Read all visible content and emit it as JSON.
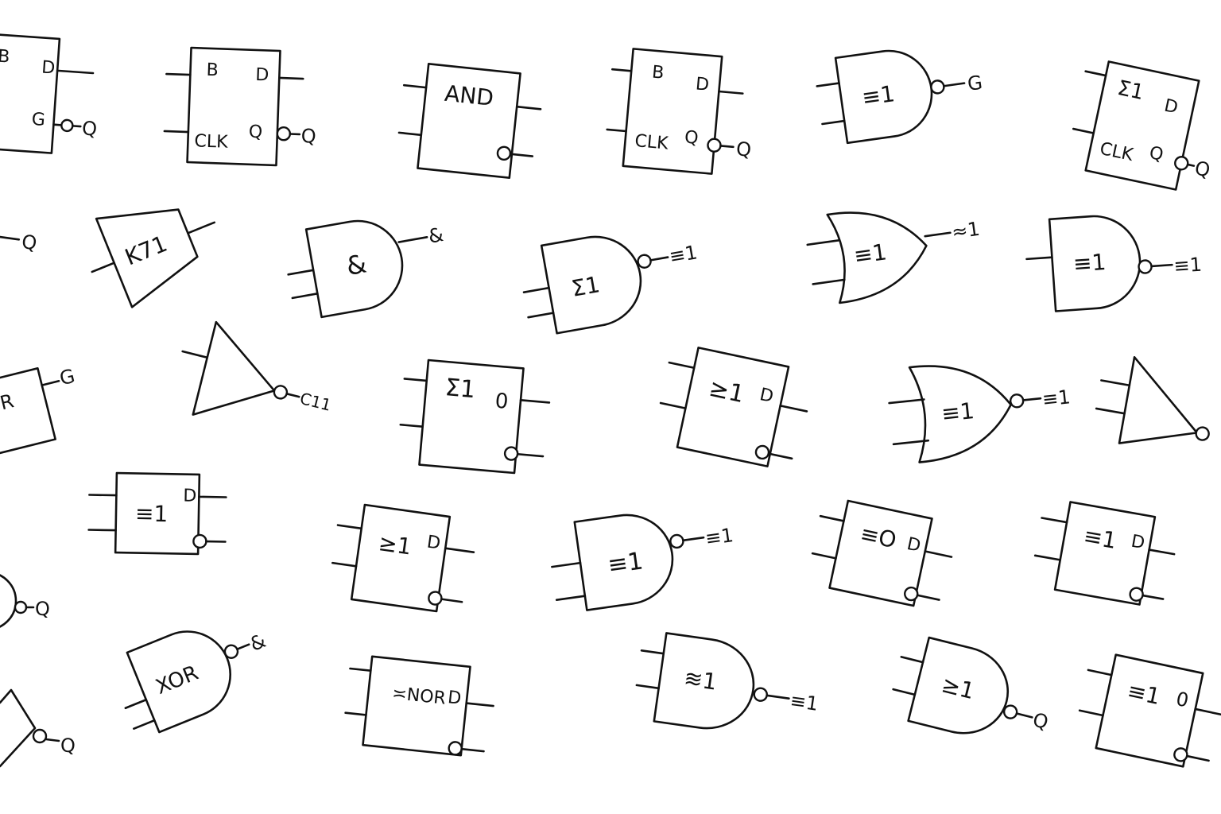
{
  "palette": {
    "ink": "#111111",
    "background": "#ffffff"
  },
  "symbols": [
    {
      "id": "s01",
      "shape": "box",
      "pins": {
        "tl": "B",
        "tr": "D",
        "br": "G"
      },
      "output": "Q",
      "bubble": true
    },
    {
      "id": "s02",
      "shape": "box",
      "pins": {
        "tl": "B",
        "tr": "D",
        "bl": "CLK",
        "br": "Q"
      },
      "output": "Q",
      "bubble": true
    },
    {
      "id": "s03",
      "shape": "box",
      "main": "AND",
      "bubble": true
    },
    {
      "id": "s04",
      "shape": "box",
      "pins": {
        "tl": "B",
        "tr": "D",
        "bl": "CLK",
        "br": "Q"
      },
      "output": "Q",
      "bubble": true
    },
    {
      "id": "s05",
      "shape": "and",
      "main": "≡1",
      "output": "G",
      "bubble": true
    },
    {
      "id": "s06",
      "shape": "box",
      "main": "Σ1",
      "pins": {
        "tr": "D",
        "bl": "CLK",
        "br": "Q"
      },
      "output": "Q",
      "bubble": true
    },
    {
      "id": "s07",
      "shape": "wire",
      "output": "Q"
    },
    {
      "id": "s08",
      "shape": "trap",
      "main": "K71"
    },
    {
      "id": "s09",
      "shape": "and",
      "main": "&",
      "output": "&"
    },
    {
      "id": "s10",
      "shape": "and",
      "main": "Σ1",
      "output": "≡1",
      "bubble": true
    },
    {
      "id": "s11",
      "shape": "or",
      "main": "≡1",
      "output": "≈1"
    },
    {
      "id": "s12",
      "shape": "and",
      "main": "≡1",
      "output": "≡1",
      "bubble": true
    },
    {
      "id": "s13",
      "shape": "box",
      "main": "XOR",
      "output": "G"
    },
    {
      "id": "s14",
      "shape": "tri",
      "output": "C11",
      "bubble": true
    },
    {
      "id": "s15",
      "shape": "box",
      "main": "Σ1",
      "pins": {
        "tr": "0"
      },
      "bubble": true
    },
    {
      "id": "s16",
      "shape": "box",
      "main": "≥1",
      "pins": {
        "tr": "D"
      },
      "bubble": true
    },
    {
      "id": "s17",
      "shape": "or",
      "main": "≡1",
      "output": "≡1",
      "bubble": true
    },
    {
      "id": "s18",
      "shape": "tri",
      "bubble": true
    },
    {
      "id": "s19",
      "shape": "box",
      "main": "≡1",
      "pins": {
        "tr": "D"
      },
      "bubble": true
    },
    {
      "id": "s20",
      "shape": "box",
      "main": "≥1",
      "pins": {
        "tr": "D"
      },
      "bubble": true
    },
    {
      "id": "s21",
      "shape": "and",
      "main": "≡1",
      "output": "≡1",
      "bubble": true
    },
    {
      "id": "s22",
      "shape": "box",
      "main": "≡O",
      "pins": {
        "tr": "D"
      },
      "bubble": true
    },
    {
      "id": "s23",
      "shape": "box",
      "main": "≡1",
      "pins": {
        "tr": "D"
      },
      "bubble": true
    },
    {
      "id": "s24",
      "shape": "and",
      "output": "Q",
      "bubble": true
    },
    {
      "id": "s25",
      "shape": "and",
      "main": "XOR",
      "output": "&",
      "bubble": true
    },
    {
      "id": "s26",
      "shape": "box",
      "main": "≍NOR",
      "pins": {
        "tr": "D"
      },
      "bubble": true
    },
    {
      "id": "s27",
      "shape": "and",
      "main": "≋1",
      "output": "≡1",
      "bubble": true
    },
    {
      "id": "s28",
      "shape": "and",
      "main": "≥1",
      "output": "Q",
      "bubble": true
    },
    {
      "id": "s29",
      "shape": "box",
      "main": "≡1",
      "pins": {
        "tr": "0"
      },
      "bubble": true
    },
    {
      "id": "s30",
      "shape": "wedge",
      "output": "Q",
      "bubble": true
    }
  ]
}
